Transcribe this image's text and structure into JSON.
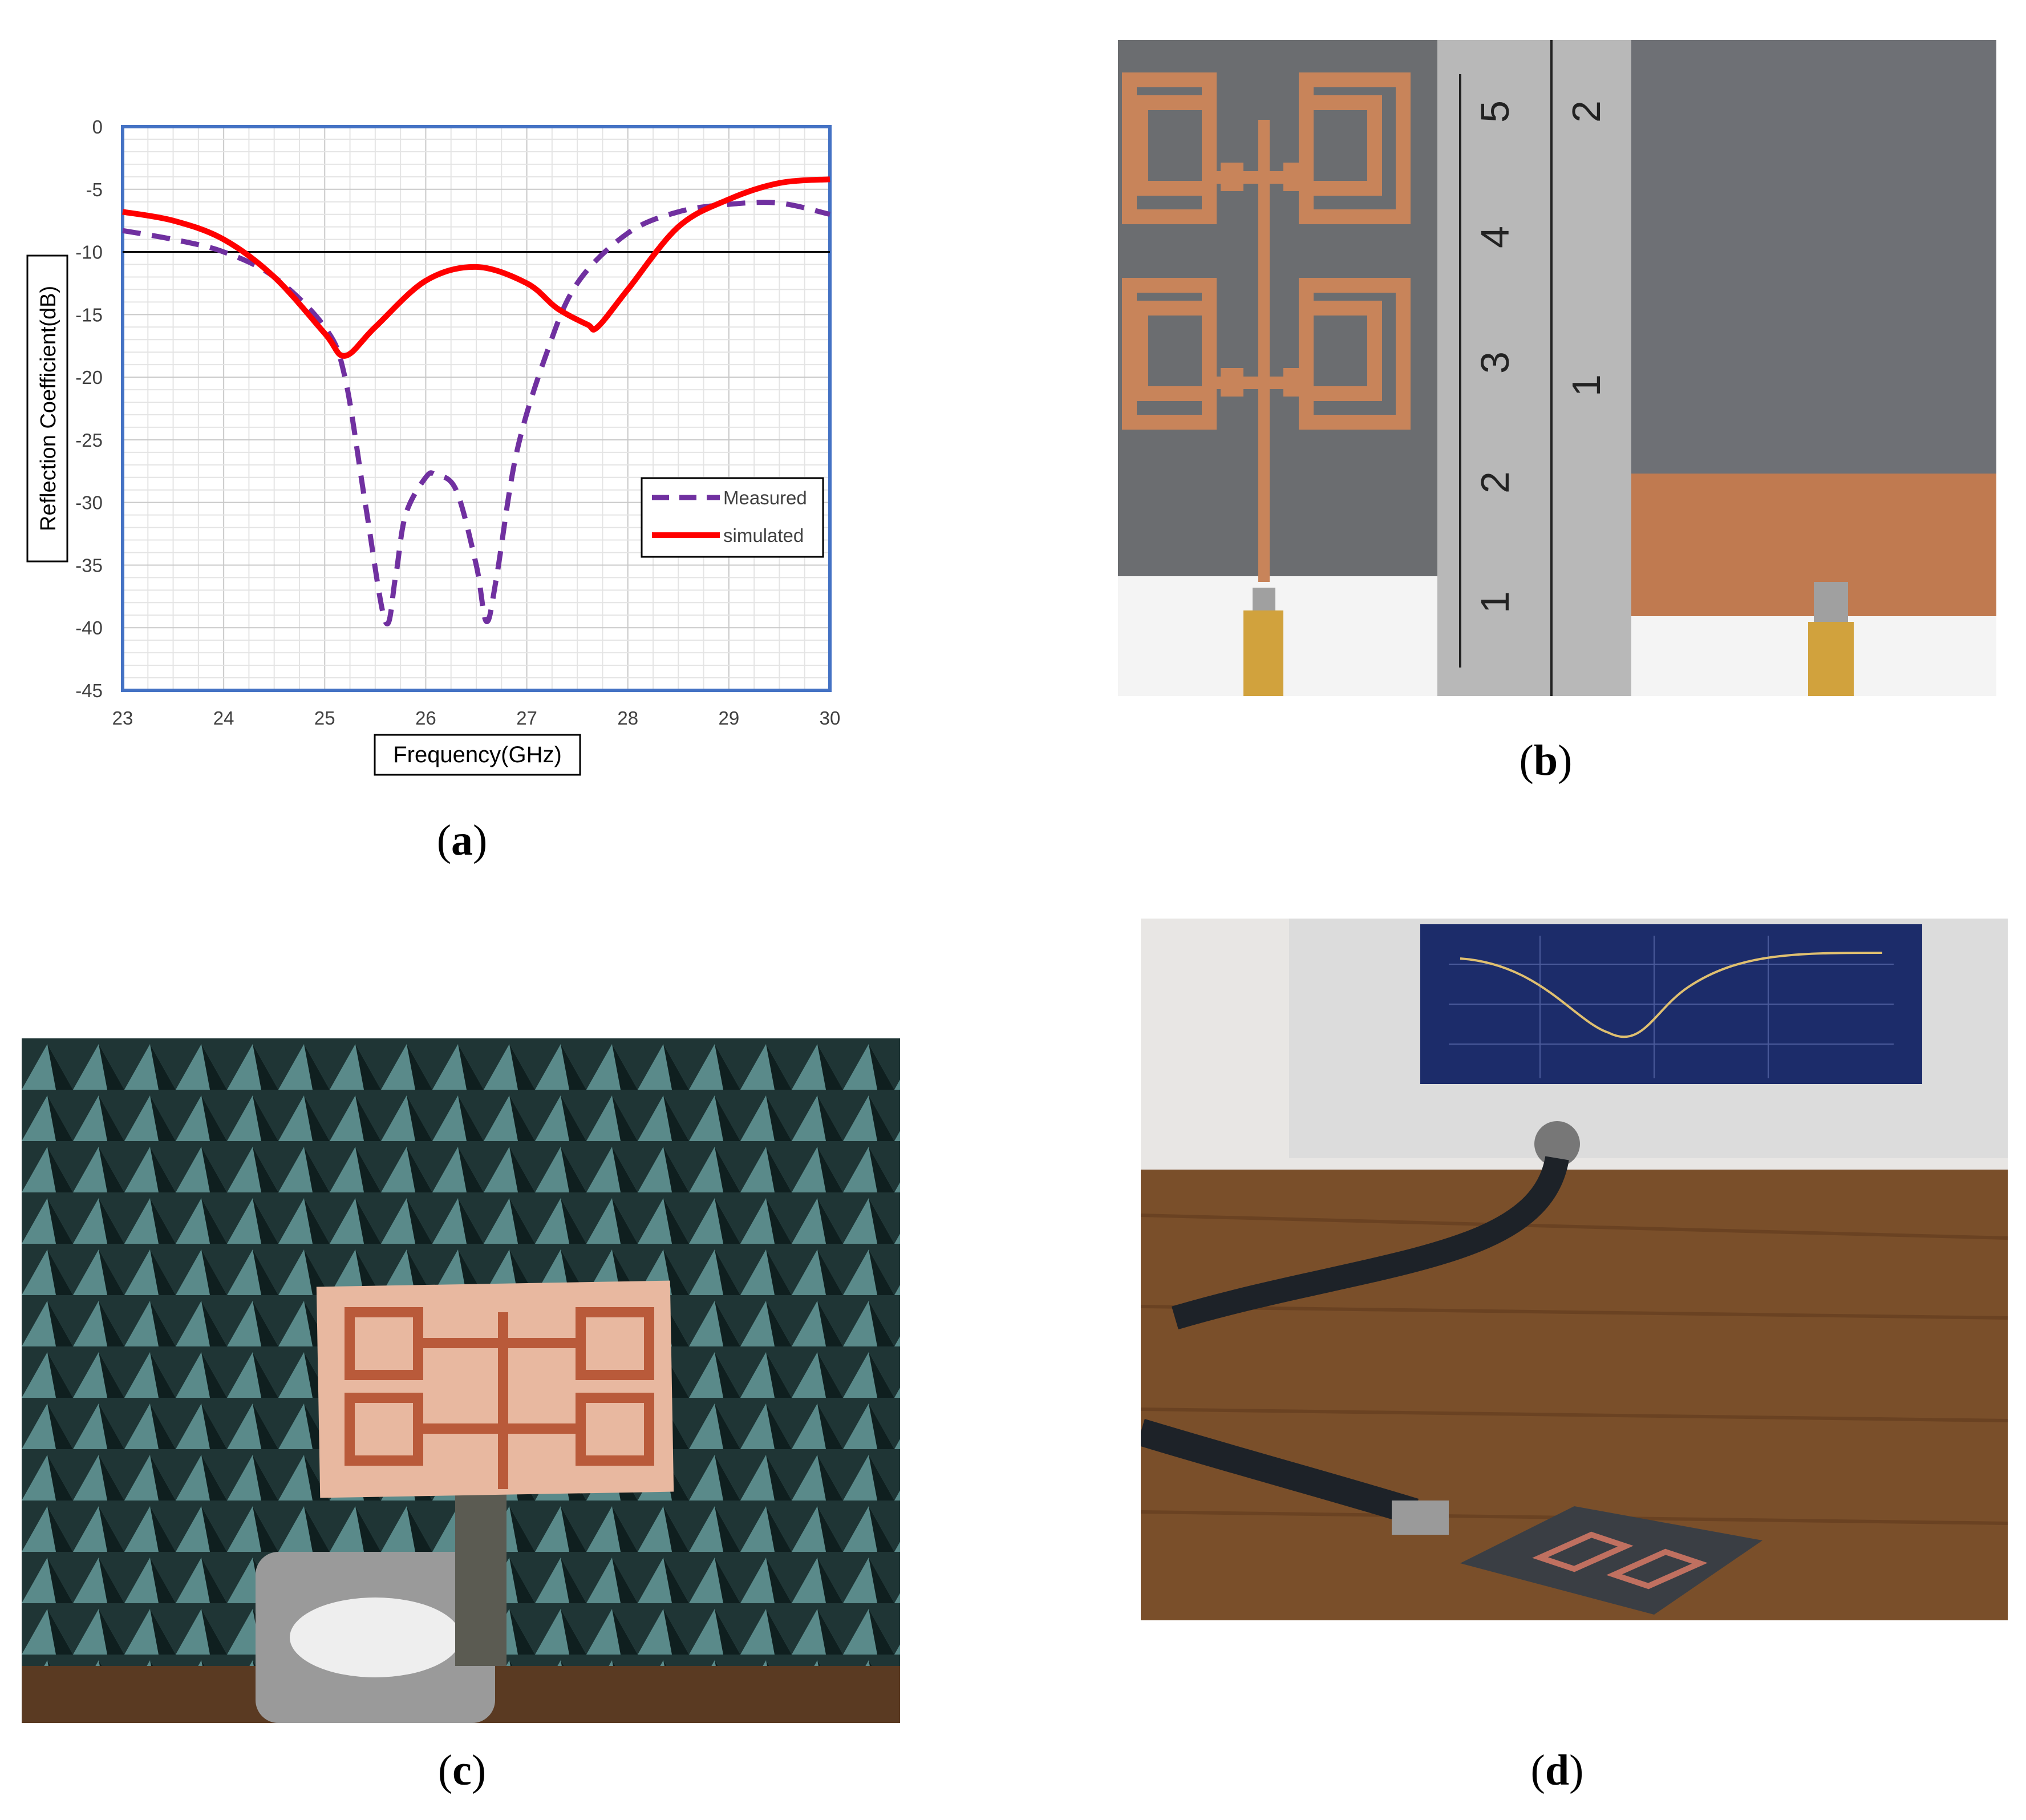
{
  "figure": {
    "panels": [
      {
        "id": "a",
        "caption": "a"
      },
      {
        "id": "b",
        "caption": "b"
      },
      {
        "id": "c",
        "caption": "c"
      },
      {
        "id": "d",
        "caption": "d"
      }
    ]
  },
  "chart_data": {
    "type": "line",
    "xlabel": "Frequency(GHz)",
    "ylabel": "Reflection Coefficient(dB)",
    "xlim": [
      23,
      30
    ],
    "ylim": [
      -45,
      0
    ],
    "x_ticks": [
      23,
      24,
      25,
      26,
      27,
      28,
      29,
      30
    ],
    "y_ticks": [
      0,
      -5,
      -10,
      -15,
      -20,
      -25,
      -30,
      -35,
      -40,
      -45
    ],
    "grid": true,
    "legend": "right-middle",
    "reference_line": -10,
    "series": [
      {
        "name": "Measured",
        "style": "dashed",
        "color": "#7030a0",
        "x": [
          23.0,
          23.5,
          24.0,
          24.5,
          25.0,
          25.2,
          25.4,
          25.6,
          25.7,
          25.8,
          26.0,
          26.1,
          26.3,
          26.5,
          26.6,
          26.7,
          26.9,
          27.2,
          27.5,
          28.0,
          28.5,
          29.0,
          29.5,
          30.0
        ],
        "y": [
          -8.3,
          -9.0,
          -10.0,
          -12.0,
          -16.0,
          -20.0,
          -30.0,
          -39.5,
          -36.0,
          -31.0,
          -28.0,
          -27.8,
          -29.0,
          -35.0,
          -39.5,
          -36.0,
          -26.0,
          -18.0,
          -12.5,
          -8.5,
          -6.8,
          -6.2,
          -6.1,
          -7.0
        ]
      },
      {
        "name": "simulated",
        "style": "solid",
        "color": "#ff0000",
        "x": [
          23.0,
          23.5,
          24.0,
          24.5,
          25.0,
          25.2,
          25.5,
          26.0,
          26.5,
          27.0,
          27.3,
          27.6,
          27.7,
          28.0,
          28.5,
          29.0,
          29.5,
          30.0
        ],
        "y": [
          -6.8,
          -7.5,
          -9.0,
          -12.0,
          -16.5,
          -18.3,
          -16.0,
          -12.3,
          -11.2,
          -12.5,
          -14.5,
          -15.8,
          -16.0,
          -13.0,
          -8.0,
          -5.8,
          -4.5,
          -4.2
        ]
      }
    ]
  },
  "colors": {
    "axis_frame": "#4472c4",
    "grid": "#d9e2f3",
    "copper": "#c8845a",
    "substrate_gray": "#6e6e6e",
    "wood": "#7a4f2a",
    "chamber": "#2a4a4a"
  }
}
